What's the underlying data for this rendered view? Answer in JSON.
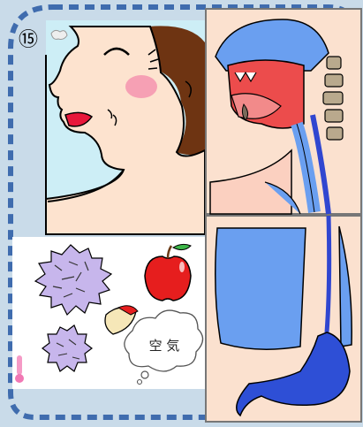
{
  "slide": {
    "number": "⑮",
    "cloud_label": "空 気"
  },
  "colors": {
    "background": "#c9dbe9",
    "frame_dash": "#3f6cae",
    "skin": "#f8dcc8",
    "lung_blue": "#5b8fe8",
    "stomach_blue": "#2e4fd6",
    "throat_red": "#e84b4b",
    "germ_purple": "#c7b6ec",
    "apple_red": "#e61e1e",
    "cheek_pink": "#f6a0b4"
  },
  "icons": [
    "face-profile-illustration",
    "throat-cross-section-illustration",
    "lungs-esophagus-stomach-illustration",
    "germ-icon",
    "apple-icon",
    "cloud-icon",
    "thermometer-icon"
  ]
}
